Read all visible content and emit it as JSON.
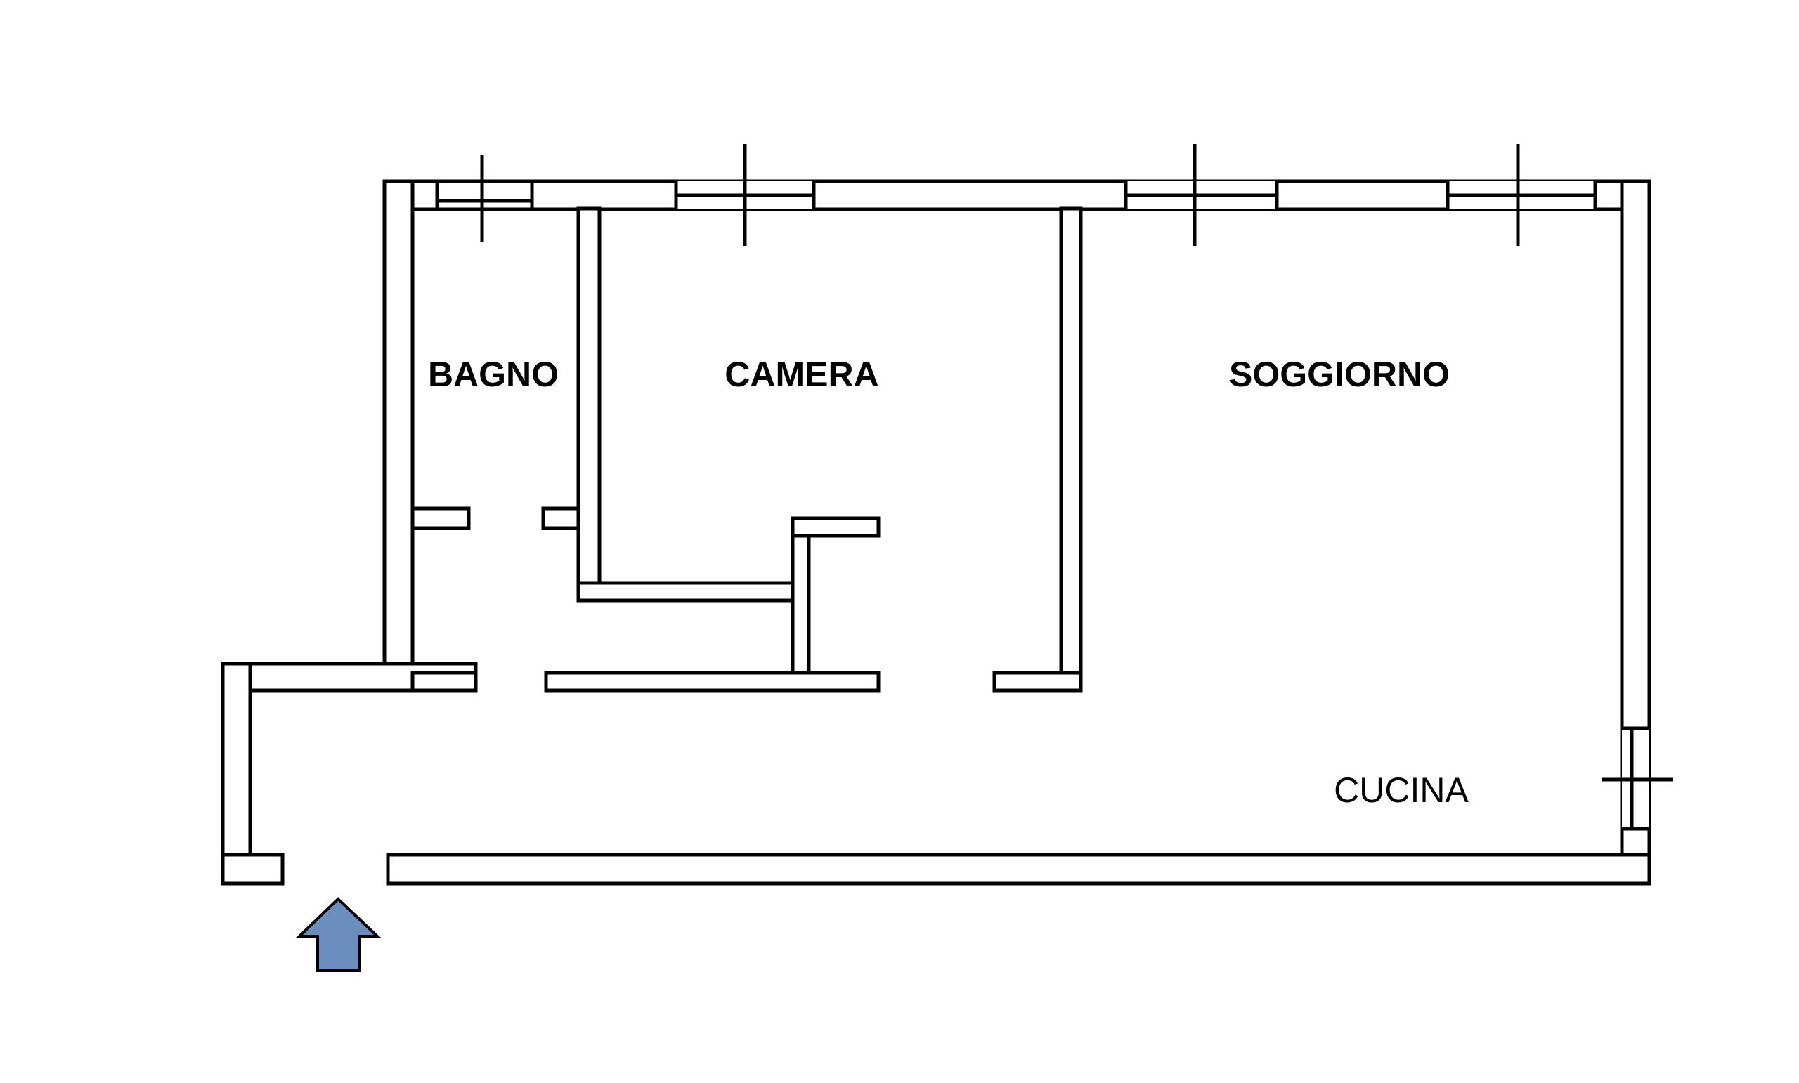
{
  "rooms": {
    "bagno": "BAGNO",
    "camera": "CAMERA",
    "soggiorno": "SOGGIORNO",
    "cucina": "CUCINA"
  },
  "entrance_arrow": {
    "icon": "entrance-arrow-icon",
    "color": "#6b8ebf"
  },
  "colors": {
    "wall_line": "#000000",
    "background": "#ffffff"
  }
}
